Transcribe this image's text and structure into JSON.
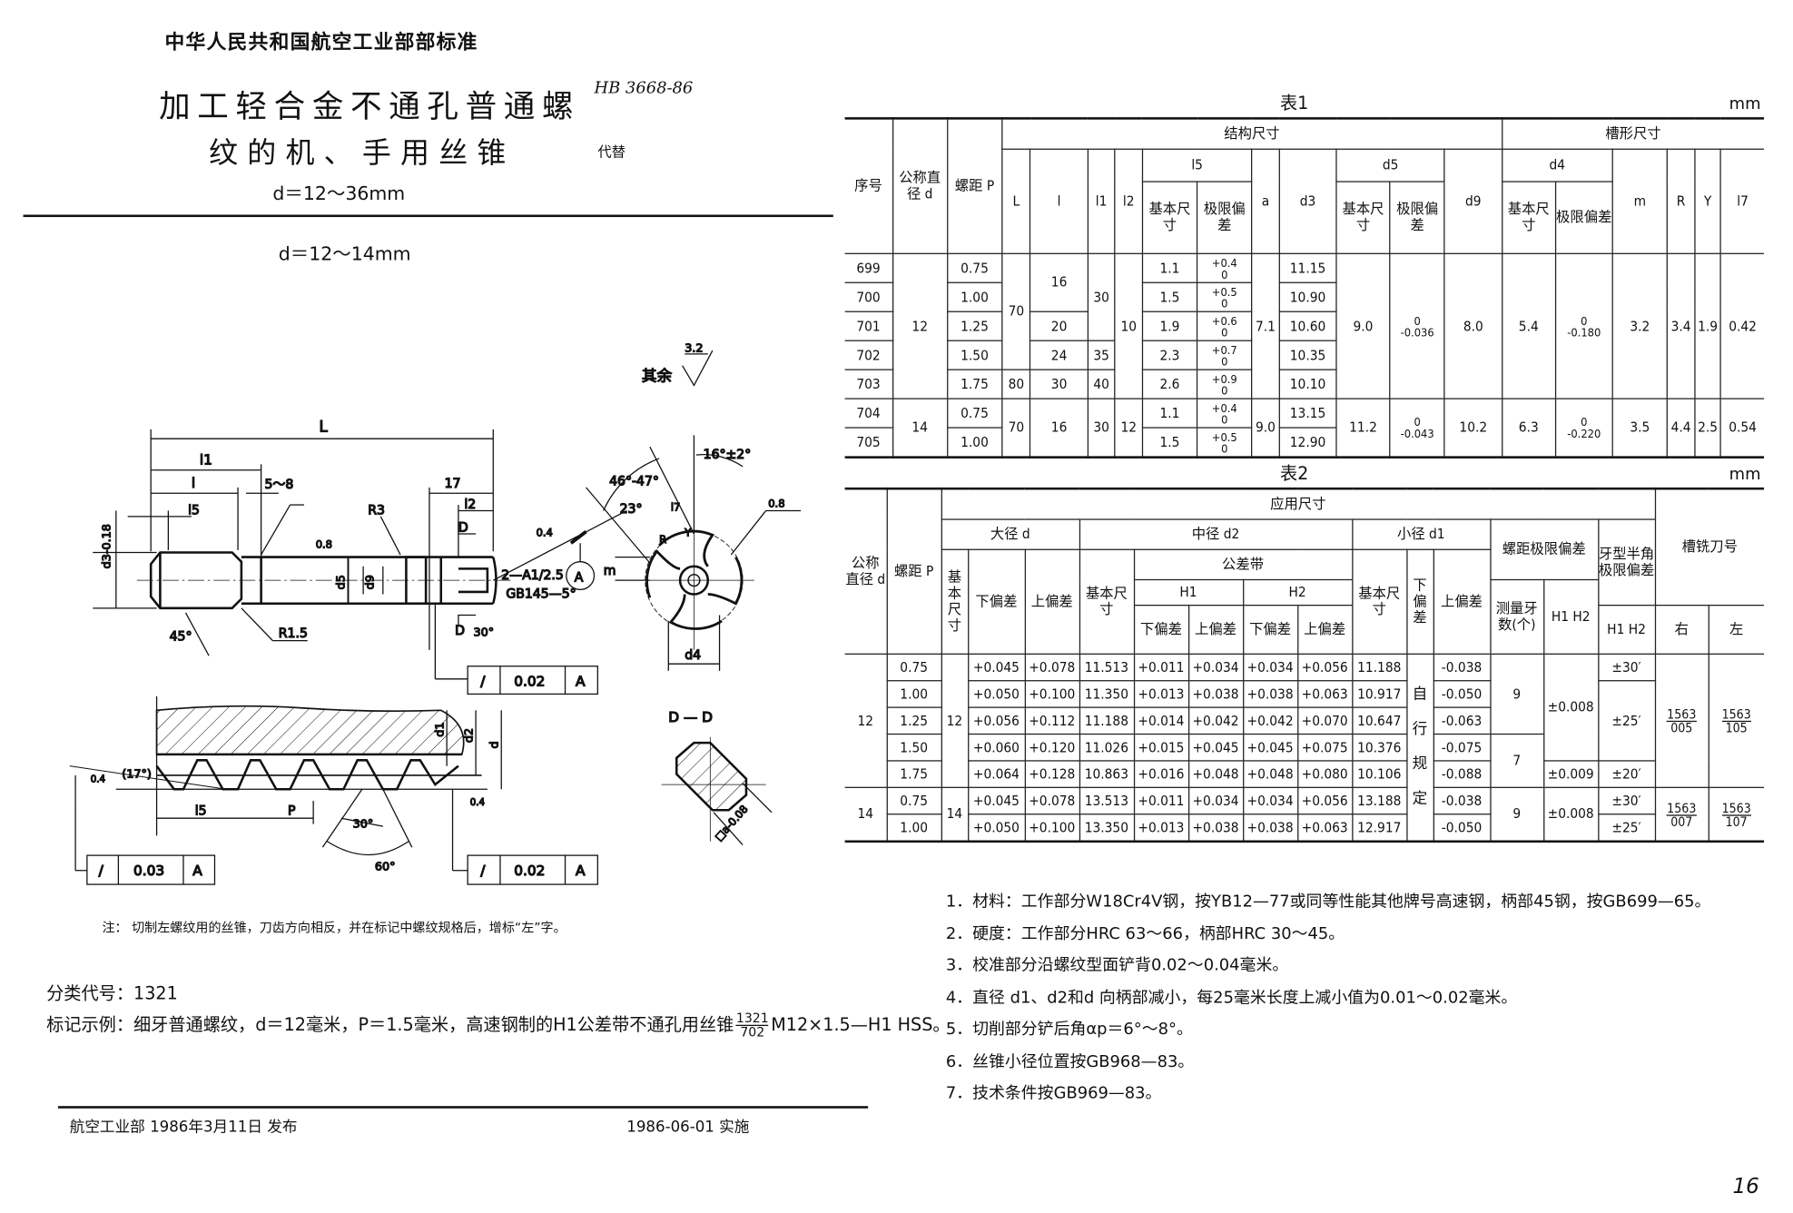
{
  "header": {
    "org": "中华人民共和国航空工业部部标准",
    "title_line1": "加工轻合金不通孔普通螺",
    "title_line2": "纹的机、手用丝锥",
    "range": "d＝12～36mm",
    "standard_no": "HB 3668-86",
    "replaces": "代替"
  },
  "subrange": "d＝12～14mm",
  "drawing": {
    "labels": {
      "L": "L",
      "l1": "l1",
      "l": "l",
      "l5": "l5",
      "s58": "5～8",
      "n17": "17",
      "l2": "l2",
      "R3": "R3",
      "R15": "R1.5",
      "a45": "45°",
      "d3": "d3-0.18",
      "d5": "d5",
      "d9": "d9",
      "D1": "D",
      "D2": "D",
      "a30": "30°",
      "center": "2—A1/2.5",
      "gb": "GB145—5°",
      "datum": "A",
      "r04": "0.4",
      "r08": "0.8",
      "rest": "其余",
      "r32": "3.2",
      "a4647": "46°-47°",
      "a23": "23°",
      "a16": "16°±2°",
      "m": "m",
      "d4": "d4",
      "R": "R",
      "Y": "Y",
      "l7": "l7",
      "d1": "d1",
      "d2": "d2",
      "d": "d",
      "a17": "(17°)",
      "P": "P",
      "a30b": "30°",
      "a60": "60°",
      "DD": "D — D",
      "sq": "□a-0.08"
    },
    "tolerance_boxes": [
      {
        "symbol": "/",
        "value": "0.02",
        "datum": "A"
      },
      {
        "symbol": "/",
        "value": "0.03",
        "datum": "A"
      },
      {
        "symbol": "/",
        "value": "0.02",
        "datum": "A"
      }
    ]
  },
  "note": "注：  切制左螺纹用的丝锥，刀齿方向相反，并在标记中螺纹规格后，增标“左”字。",
  "classification": "分类代号：1321",
  "marking": {
    "prefix": "标记示例：细牙普通螺纹，d＝12毫米，P＝1.5毫米，高速钢制的H1公差带不通孔用丝锥",
    "num": "1321",
    "den": "702",
    "suffix": "M12×1.5—H1 HSS。"
  },
  "footer": {
    "issued": "航空工业部 1986年3月11日 发布",
    "effective": "1986-06-01  实施"
  },
  "page_number": "16",
  "table1": {
    "title": "表1",
    "unit": "mm",
    "headers": {
      "no": "序号",
      "d": "公称直径 d",
      "p": "螺距 P",
      "struct": "结构尺寸",
      "groove": "槽形尺寸",
      "L": "L",
      "l": "l",
      "l1": "l1",
      "l2": "l2",
      "l5": "l5",
      "a": "a",
      "d3": "d3",
      "d5": "d5",
      "d9": "d9",
      "d4": "d4",
      "m": "m",
      "R": "R",
      "Y": "Y",
      "l7": "l7",
      "basic": "基本尺寸",
      "dev": "极限偏差"
    },
    "rows": [
      [
        "699",
        "12",
        "0.75",
        "70",
        "16",
        "30",
        "10",
        "1.1",
        [
          "+0.4",
          "0"
        ],
        "7.1",
        "11.15",
        "9.0",
        [
          "0",
          "-0.036"
        ],
        "8.0",
        "5.4",
        [
          "0",
          "-0.180"
        ],
        "3.2",
        "3.4",
        "1.9",
        "0.42"
      ],
      [
        "700",
        "1.00",
        "1.5",
        [
          "+0.5",
          "0"
        ],
        "10.90"
      ],
      [
        "701",
        "1.25",
        "20",
        "1.9",
        [
          "+0.6",
          "0"
        ],
        "10.60"
      ],
      [
        "702",
        "1.50",
        "24",
        "35",
        "2.3",
        [
          "+0.7",
          "0"
        ],
        "10.35"
      ],
      [
        "703",
        "1.75",
        "80",
        "30",
        "40",
        "2.6",
        [
          "+0.9",
          "0"
        ],
        "10.10"
      ],
      [
        "704",
        "14",
        "0.75",
        "70",
        "16",
        "30",
        "12",
        "1.1",
        [
          "+0.4",
          "0"
        ],
        "9.0",
        "13.15",
        "11.2",
        [
          "0",
          "-0.043"
        ],
        "10.2",
        "6.3",
        [
          "0",
          "-0.220"
        ],
        "3.5",
        "4.4",
        "2.5",
        "0.54"
      ],
      [
        "705",
        "1.00",
        "1.5",
        [
          "+0.5",
          "0"
        ],
        "12.90"
      ]
    ]
  },
  "table2": {
    "title": "表2",
    "unit": "mm",
    "headers": {
      "d": "公称直径 d",
      "p": "螺距 P",
      "applied": "应用尺寸",
      "cutter": "槽铣刀号",
      "major": "大径 d",
      "pitchd": "中径 d2",
      "minor": "小径 d1",
      "pitch_dev": "螺距极限偏差",
      "half_angle": "牙型半角极限偏差",
      "basic": "基本尺寸",
      "lower": "下偏差",
      "upper": "上偏差",
      "tol_band": "公差带",
      "H1": "H1",
      "H2": "H2",
      "teeth": "测量牙数(个)",
      "H1H2": "H1 H2",
      "right": "右",
      "left": "左"
    },
    "rows": [
      [
        "12",
        "0.75",
        "12",
        "+0.045",
        "+0.078",
        "11.513",
        "+0.011",
        "+0.034",
        "+0.034",
        "+0.056",
        "11.188",
        "自行规定",
        "-0.038",
        "9",
        "±0.008",
        "±30′",
        [
          "1563",
          "005"
        ],
        [
          "1563",
          "105"
        ]
      ],
      [
        "1.00",
        "+0.050",
        "+0.100",
        "11.350",
        "+0.013",
        "+0.038",
        "+0.038",
        "+0.063",
        "10.917",
        "-0.050",
        "±25′"
      ],
      [
        "1.25",
        "+0.056",
        "+0.112",
        "11.188",
        "+0.014",
        "+0.042",
        "+0.042",
        "+0.070",
        "10.647",
        "-0.063"
      ],
      [
        "1.50",
        "+0.060",
        "+0.120",
        "11.026",
        "+0.015",
        "+0.045",
        "+0.045",
        "+0.075",
        "10.376",
        "-0.075",
        "7"
      ],
      [
        "1.75",
        "+0.064",
        "+0.128",
        "10.863",
        "+0.016",
        "+0.048",
        "+0.048",
        "+0.080",
        "10.106",
        "-0.088",
        "±0.009",
        "±20′"
      ],
      [
        "14",
        "0.75",
        "14",
        "+0.045",
        "+0.078",
        "13.513",
        "+0.011",
        "+0.034",
        "+0.034",
        "+0.056",
        "13.188",
        "-0.038",
        "9",
        "±0.008",
        "±30′",
        [
          "1563",
          "007"
        ],
        [
          "1563",
          "107"
        ]
      ],
      [
        "1.00",
        "+0.050",
        "+0.100",
        "13.350",
        "+0.013",
        "+0.038",
        "+0.038",
        "+0.063",
        "12.917",
        "-0.050",
        "±25′"
      ]
    ]
  },
  "notes": [
    "1．材料：工作部分W18Cr4V钢，按YB12—77或同等性能其他牌号高速钢，柄部45钢，按GB699—65。",
    "2．硬度：工作部分HRC 63～66，柄部HRC 30～45。",
    "3．校准部分沿螺纹型面铲背0.02～0.04毫米。",
    "4．直径 d1、d2和d 向柄部减小，每25毫米长度上减小值为0.01～0.02毫米。",
    "5．切削部分铲后角αp＝6°～8°。",
    "6．丝锥小径位置按GB968—83。",
    "7．技术条件按GB969—83。"
  ]
}
